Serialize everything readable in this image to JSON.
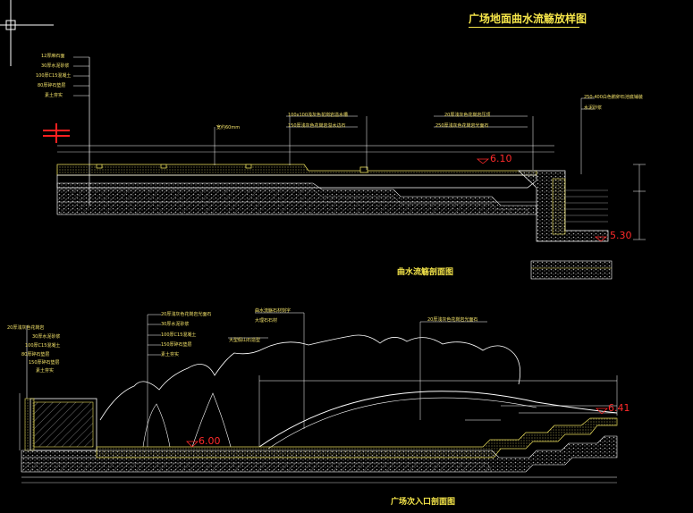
{
  "drawing": {
    "main_title": "广场地面曲水流觞放样图",
    "section1_title": "曲水流觞剖面图",
    "section2_title": "广场次入口剖面图"
  },
  "section1": {
    "left_notes": [
      "12厚麻石面",
      "30厚水泥砂浆",
      "100厚C15混凝土",
      "80厚碎石垫层",
      "素土夯实"
    ],
    "mid_notes": [
      "100x100浅灰色花岗岩溢水槽",
      "150厚浅灰色花岗岩溢水边石"
    ],
    "center_label": "宽约60mm",
    "right_notes": [
      "20厚浅灰色花岗岩压顶",
      "250厚浅灰色花岗岩光面石"
    ],
    "far_right_notes": [
      "250-400白色鹅卵石池底铺装",
      "水泥砂浆"
    ],
    "elevation_top": "6.10",
    "elevation_bottom": "5.30"
  },
  "section2": {
    "left_notes": [
      "20厚浅灰色花岗岩",
      "30厚水泥砂浆",
      "100厚C15混凝土",
      "80厚碎石垫层",
      "150厚碎石垫层",
      "素土夯实"
    ],
    "mid_notes": [
      "20厚浅灰色花岗岩光面石",
      "30厚水泥砂浆",
      "100厚C15混凝土",
      "150厚碎石垫层",
      "素土夯实"
    ],
    "tree_label": "大型假山石造型",
    "center_notes": [
      "曲水流觞石材刻字",
      "大理石石材"
    ],
    "right_note": "20厚浅灰色花岗岩光面石",
    "elevation_left": "6.00",
    "elevation_right": "6.41"
  },
  "colors": {
    "background": "#000000",
    "linework": "#ffffff",
    "text": "#f4e36a",
    "elevation": "#ff2a2a",
    "fill_layer": "#d8d070",
    "hatch": "#8a8a8a"
  }
}
